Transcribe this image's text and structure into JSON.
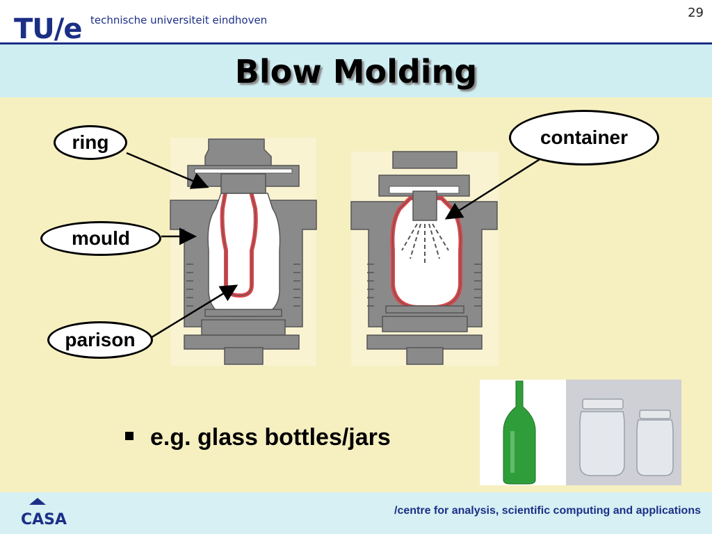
{
  "header": {
    "logo": "TU/e",
    "university": "technische universiteit eindhoven",
    "slide_number": "29"
  },
  "title": "Blow Molding",
  "labels": {
    "ring": "ring",
    "mould": "mould",
    "parison": "parison",
    "container": "container"
  },
  "bullet": "e.g. glass bottles/jars",
  "footer": {
    "logo": "CASA",
    "text": "/centre for analysis, scientific computing and applications"
  },
  "colors": {
    "brand_blue": "#1c2f86",
    "title_band": "#cfeef2",
    "content_bg": "#f6efc0",
    "mould_gray": "#8a8a8a",
    "parison_red": "#d9474c",
    "bottle_green": "#2f9e3a"
  }
}
